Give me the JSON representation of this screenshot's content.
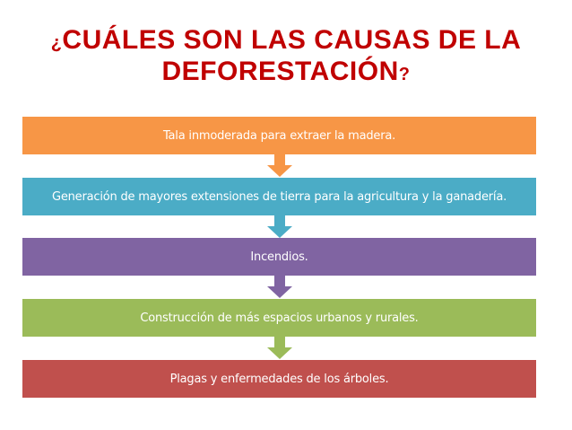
{
  "title": {
    "open_mark": "¿",
    "line1": "CUÁLES SON LAS CAUSAS DE LA",
    "line2": "DEFORESTACIÓN",
    "close_mark": "?",
    "color": "#c00000"
  },
  "causes": [
    {
      "label": "Tala inmoderada para extraer la madera.",
      "color": "#f79646"
    },
    {
      "label": "Generación de mayores extensiones de tierra para la agricultura y la ganadería.",
      "color": "#4bacc6"
    },
    {
      "label": "Incendios.",
      "color": "#8064a2"
    },
    {
      "label": "Construcción de más espacios urbanos y rurales.",
      "color": "#9bbb59"
    },
    {
      "label": "Plagas y enfermedades de los árboles.",
      "color": "#c0504d"
    }
  ]
}
